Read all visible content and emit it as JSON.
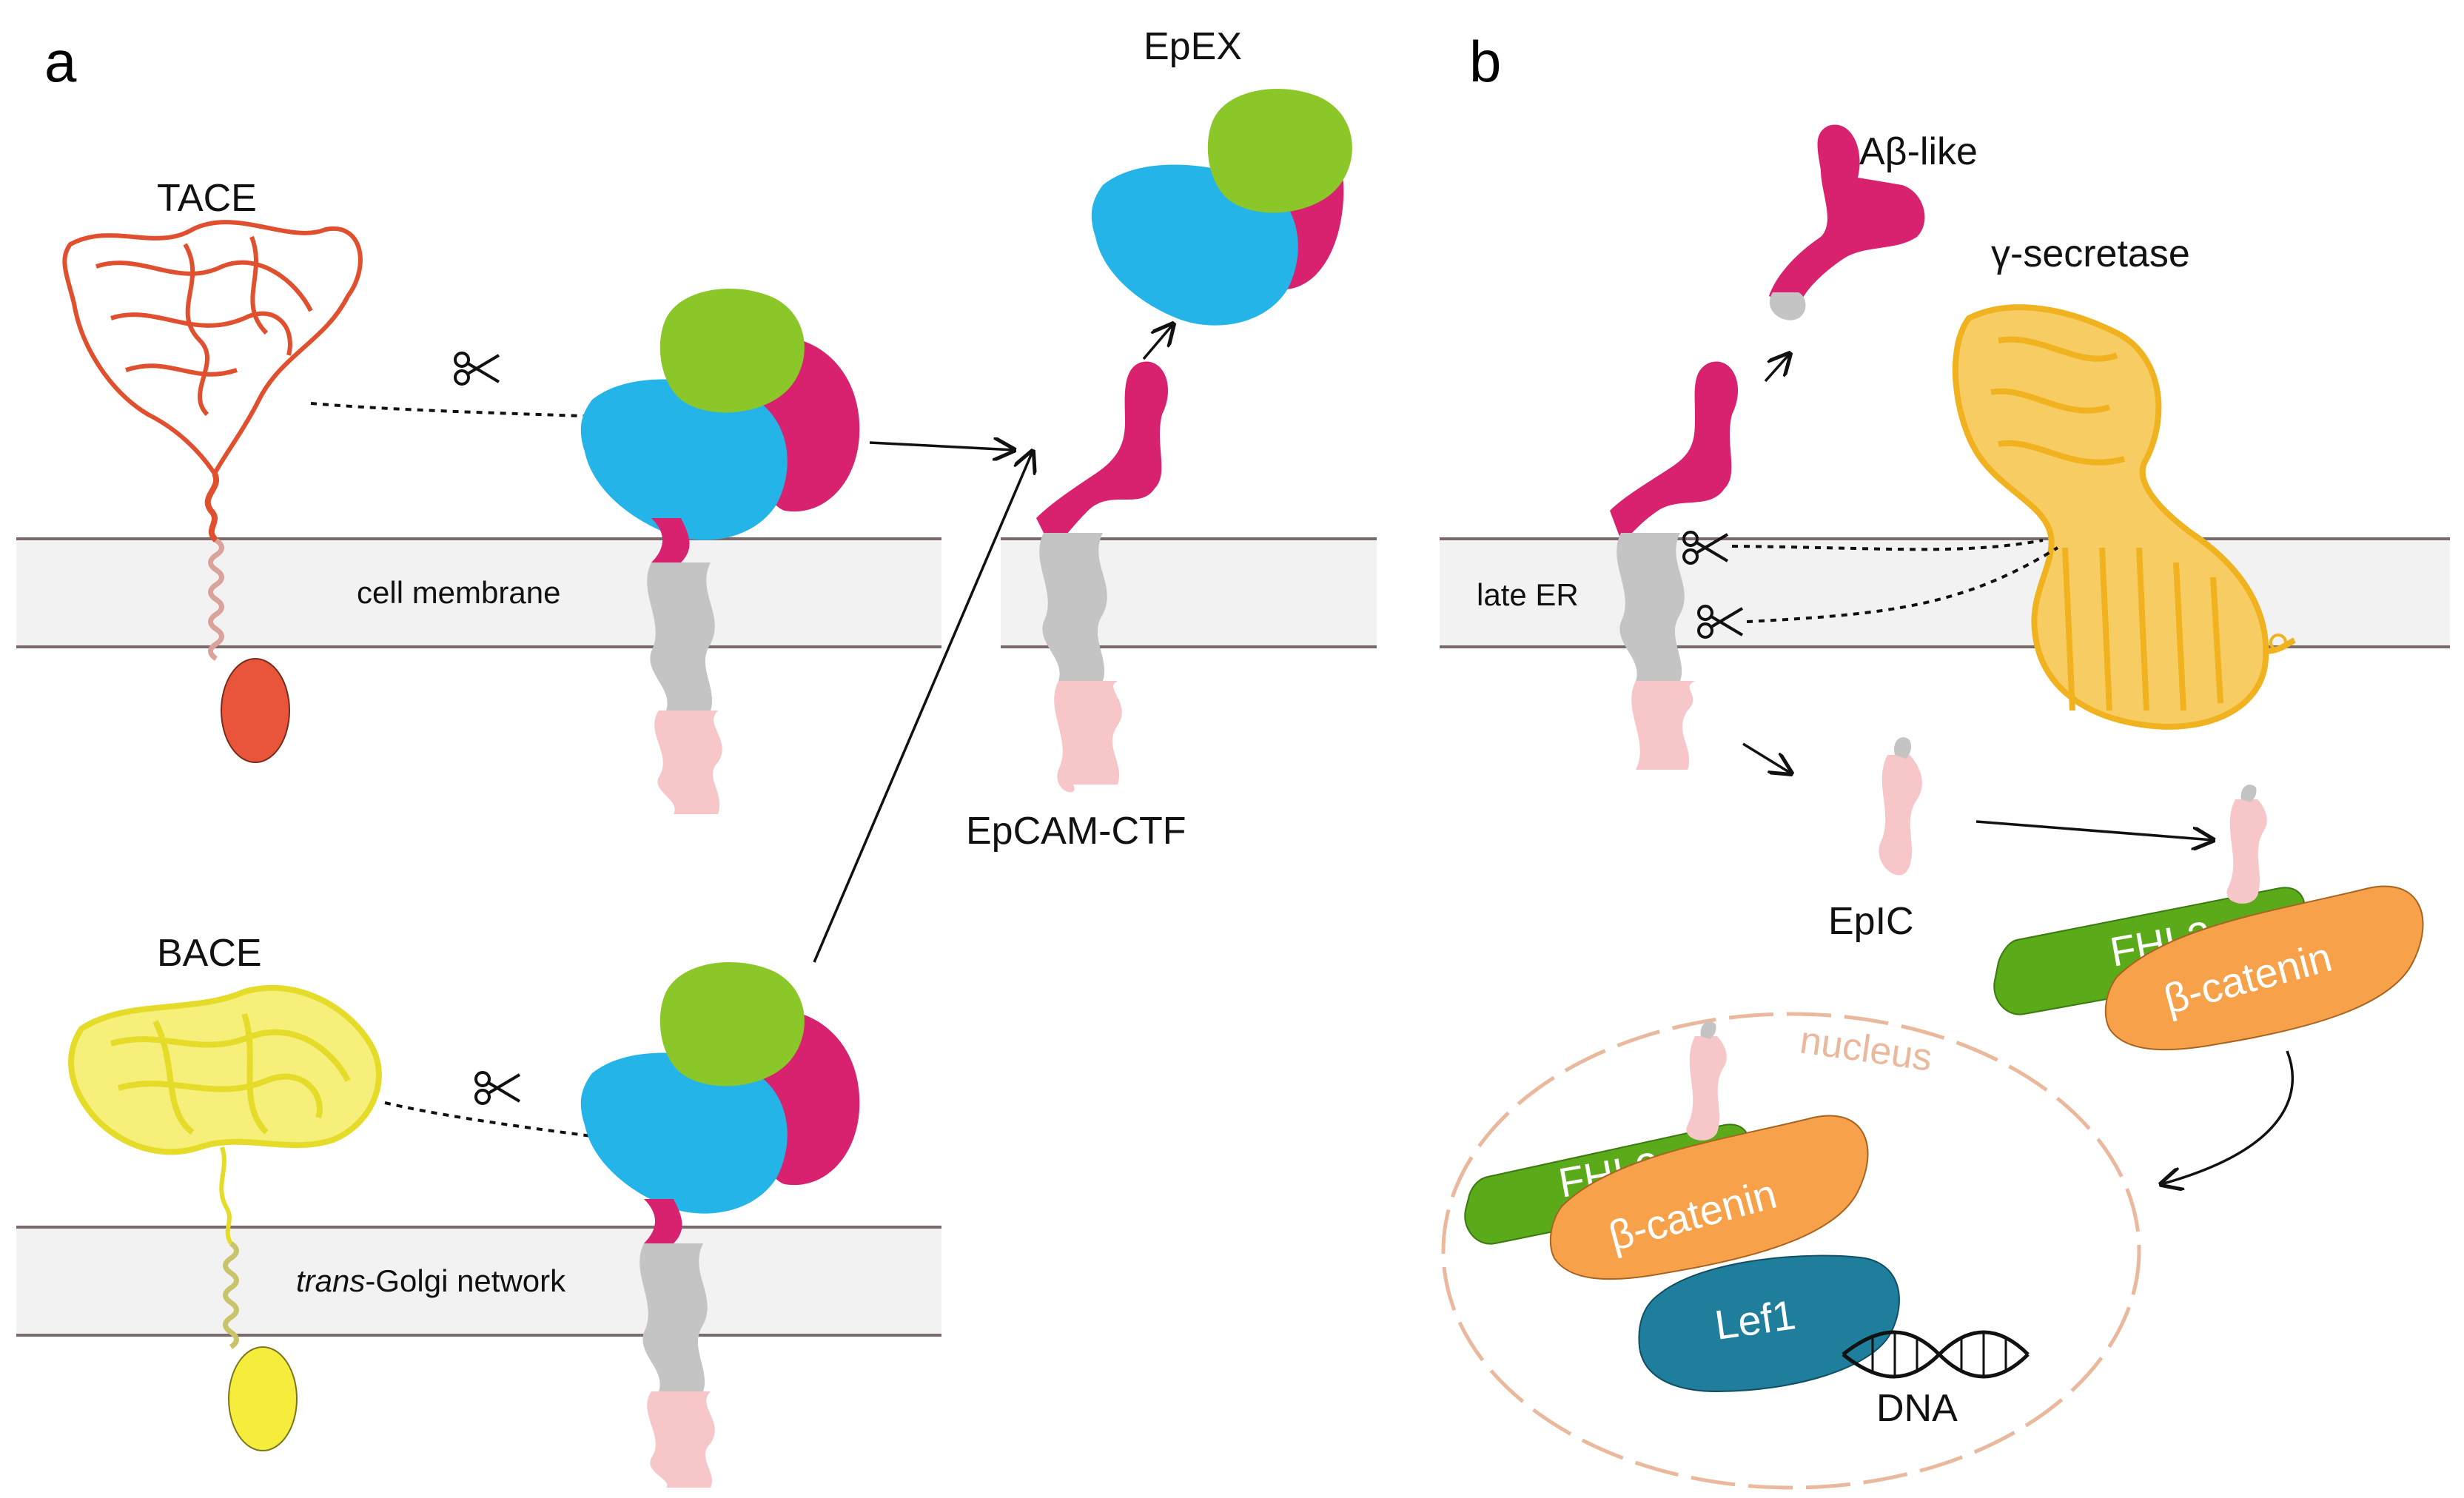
{
  "panels": {
    "a": {
      "letter": "a",
      "enzyme_top": "TACE",
      "enzyme_bottom": "BACE",
      "membrane_top": "cell membrane",
      "membrane_bottom_italic": "trans",
      "membrane_bottom_rest": "-Golgi network",
      "product_ex": "EpEX",
      "product_ctf": "EpCAM-CTF"
    },
    "b": {
      "letter": "b",
      "abeta": "Aβ-like",
      "gamma": "γ-secretase",
      "membrane": "late ER",
      "epic": "EpIC",
      "fhl2": "FHL2",
      "bcat": "β-catenin",
      "nucleus": "nucleus",
      "lef1": "Lef1",
      "dna": "DNA"
    }
  },
  "colors": {
    "membrane_fill": "#f2f2f2",
    "membrane_line": "#7a6a6a",
    "tace": "#e8553a",
    "bace": "#f5ec3c",
    "gamma_secretase": "#f0b21e",
    "epcam_magenta": "#d9226f",
    "epcam_blue": "#24b4e8",
    "epcam_green": "#8cc72a",
    "epcam_grey": "#c4c4c4",
    "epcam_pink": "#f6c6c8",
    "fhl2": "#5aaa1a",
    "bcatenin": "#f7a24a",
    "lef1": "#1e7e9c",
    "nucleus": "#eab89c"
  },
  "icons": [
    "scissors-icon",
    "dna-helix-icon"
  ]
}
